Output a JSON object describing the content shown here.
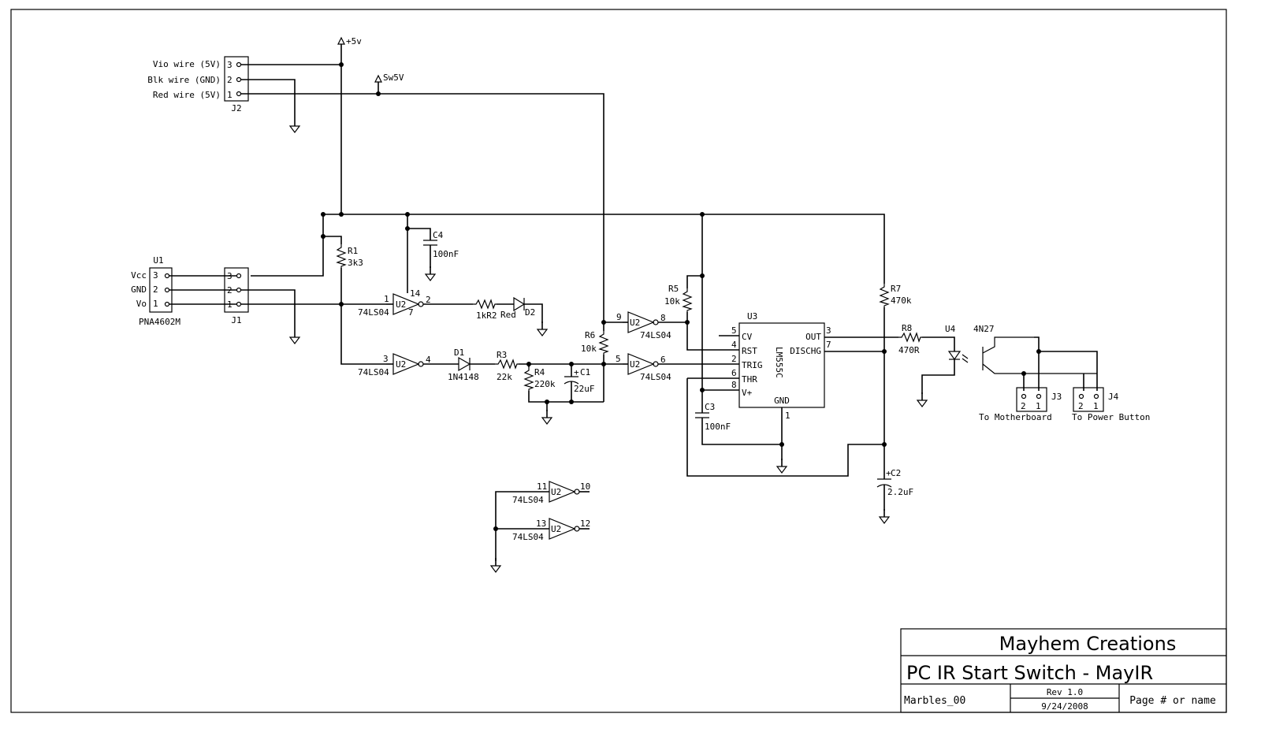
{
  "title_block": {
    "company": "Mayhem Creations",
    "title": "PC IR Start Switch - MayIR",
    "doc_id": "Marbles_00",
    "rev": "Rev 1.0",
    "date": "9/24/2008",
    "page": "Page # or name"
  },
  "power": {
    "plus5": "+5v",
    "sw5": "Sw5V"
  },
  "j2": {
    "ref": "J2",
    "pins": [
      {
        "num": "3",
        "label": "Vio wire (5V)"
      },
      {
        "num": "2",
        "label": "Blk wire (GND)"
      },
      {
        "num": "1",
        "label": "Red wire (5V)"
      }
    ]
  },
  "u1": {
    "ref": "U1",
    "part": "PNA4602M",
    "pins": [
      {
        "num": "3",
        "label": "Vcc"
      },
      {
        "num": "2",
        "label": "GND"
      },
      {
        "num": "1",
        "label": "Vo"
      }
    ]
  },
  "j1": {
    "ref": "J1",
    "pins": [
      "3",
      "2",
      "1"
    ]
  },
  "r1": {
    "ref": "R1",
    "value": "3k3"
  },
  "c4": {
    "ref": "C4",
    "value": "100nF"
  },
  "gate_a": {
    "ref": "U2",
    "part": "74LS04",
    "in": "1",
    "out": "2",
    "vcc": "14",
    "gnd": "7"
  },
  "r_led": {
    "value": "1kR2"
  },
  "d2": {
    "ref": "D2",
    "value": "Red"
  },
  "gate_b": {
    "ref": "U2",
    "part": "74LS04",
    "in": "3",
    "out": "4"
  },
  "d1": {
    "ref": "D1",
    "value": "1N4148"
  },
  "r3": {
    "ref": "R3",
    "value": "22k"
  },
  "r4": {
    "ref": "R4",
    "value": "220k"
  },
  "c1": {
    "ref": "C1",
    "value": "22uF"
  },
  "r6": {
    "ref": "R6",
    "value": "10k"
  },
  "gate_c": {
    "ref": "U2",
    "part": "74LS04",
    "in": "9",
    "out": "8"
  },
  "gate_d": {
    "ref": "U2",
    "part": "74LS04",
    "in": "5",
    "out": "6"
  },
  "gate_e": {
    "ref": "U2",
    "part": "74LS04",
    "in": "11",
    "out": "10"
  },
  "gate_f": {
    "ref": "U2",
    "part": "74LS04",
    "in": "13",
    "out": "12"
  },
  "r5": {
    "ref": "R5",
    "value": "10k"
  },
  "u3": {
    "ref": "U3",
    "part": "LM555C",
    "left_pins": [
      {
        "num": "5",
        "name": "CV"
      },
      {
        "num": "4",
        "name": "RST"
      },
      {
        "num": "2",
        "name": "TRIG"
      },
      {
        "num": "6",
        "name": "THR"
      },
      {
        "num": "8",
        "name": "V+"
      }
    ],
    "right_pins": [
      {
        "num": "3",
        "name": "OUT"
      },
      {
        "num": "7",
        "name": "DISCHG"
      }
    ],
    "gnd_pin": {
      "num": "1",
      "name": "GND"
    }
  },
  "c3": {
    "ref": "C3",
    "value": "100nF"
  },
  "r7": {
    "ref": "R7",
    "value": "470k"
  },
  "c2": {
    "ref": "C2",
    "value": "2.2uF"
  },
  "r8": {
    "ref": "R8",
    "value": "470R"
  },
  "u4": {
    "ref": "U4",
    "part": "4N27"
  },
  "j3": {
    "ref": "J3",
    "pins": [
      "2",
      "1"
    ],
    "caption": "To Motherboard"
  },
  "j4": {
    "ref": "J4",
    "pins": [
      "2",
      "1"
    ],
    "caption": "To Power Button"
  }
}
